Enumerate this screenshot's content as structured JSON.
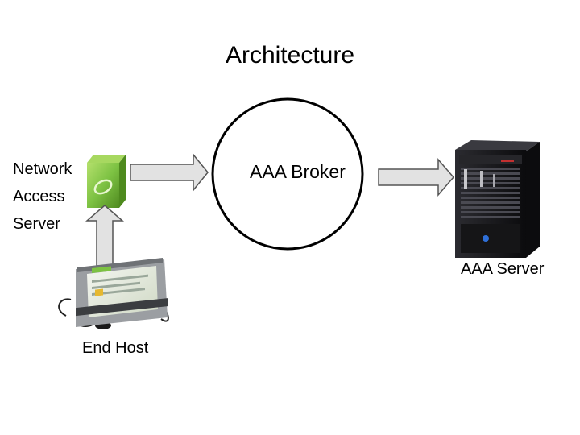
{
  "title": "Architecture",
  "nodes": {
    "nas": {
      "lines": [
        "Network",
        "Access",
        "Server"
      ]
    },
    "broker": {
      "label": "AAA Broker"
    },
    "server": {
      "label": "AAA Server"
    },
    "host": {
      "label": "End Host"
    }
  },
  "edges": [
    {
      "from": "End Host",
      "to": "Network Access Server"
    },
    {
      "from": "Network Access Server",
      "to": "AAA Broker"
    },
    {
      "from": "AAA Broker",
      "to": "AAA Server"
    }
  ],
  "colors": {
    "arrow_fill": "#e2e2e2",
    "nas_green": "#7dc243",
    "server_body": "#1c1c1f"
  }
}
